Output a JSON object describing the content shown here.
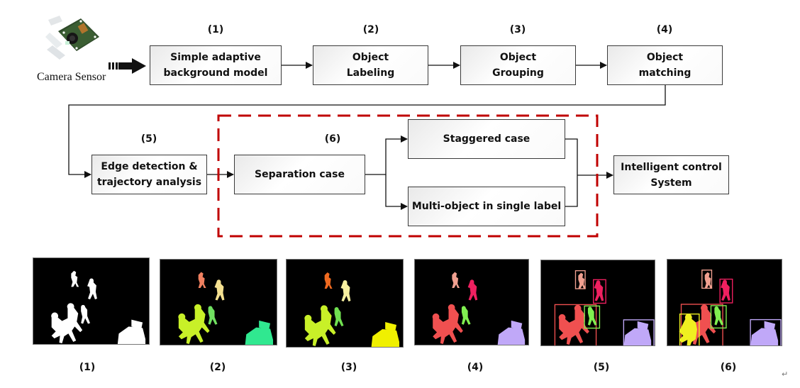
{
  "camera": {
    "label": "Camera Sensor",
    "icon": "camera-module-icon"
  },
  "pipeline": {
    "steps": [
      {
        "num": "(1)",
        "lines": [
          "Simple adaptive",
          "background model"
        ]
      },
      {
        "num": "(2)",
        "lines": [
          "Object",
          "Labeling"
        ]
      },
      {
        "num": "(3)",
        "lines": [
          "Object",
          "Grouping"
        ]
      },
      {
        "num": "(4)",
        "lines": [
          "Object",
          "matching"
        ]
      },
      {
        "num": "(5)",
        "lines": [
          "Edge detection &",
          "trajectory analysis"
        ]
      },
      {
        "num": "(6)",
        "lines": [
          "Separation case"
        ]
      }
    ],
    "branches": [
      {
        "lines": [
          "Staggered case"
        ]
      },
      {
        "lines": [
          "Multi-object in single label"
        ]
      }
    ],
    "output": {
      "lines": [
        "Intelligent control",
        "System"
      ]
    },
    "group_border_color": "#c00000"
  },
  "thumbnails": [
    {
      "caption": "(1)",
      "palette": [
        "#ffffff",
        "#ffffff",
        "#ffffff",
        "#ffffff",
        "#ffffff"
      ],
      "boxes": false
    },
    {
      "caption": "(2)",
      "palette": [
        "#f08060",
        "#f4e090",
        "#c8f028",
        "#70e060",
        "#30e890"
      ],
      "boxes": false
    },
    {
      "caption": "(3)",
      "palette": [
        "#f06a20",
        "#f8f0a0",
        "#c8f028",
        "#70e050",
        "#f0f000"
      ],
      "boxes": false
    },
    {
      "caption": "(4)",
      "palette": [
        "#f0a090",
        "#f02060",
        "#f05050",
        "#80f050",
        "#c0a8f8"
      ],
      "boxes": false
    },
    {
      "caption": "(5)",
      "palette": [
        "#f0a090",
        "#f02060",
        "#f05050",
        "#80f050",
        "#c0a8f8"
      ],
      "boxes": true
    },
    {
      "caption": "(6)",
      "palette": [
        "#f0a090",
        "#f02060",
        "#f05050",
        "#80f050",
        "#c0a8f8"
      ],
      "boxes": true,
      "split": "#f0f020"
    }
  ],
  "return_mark": "↵"
}
